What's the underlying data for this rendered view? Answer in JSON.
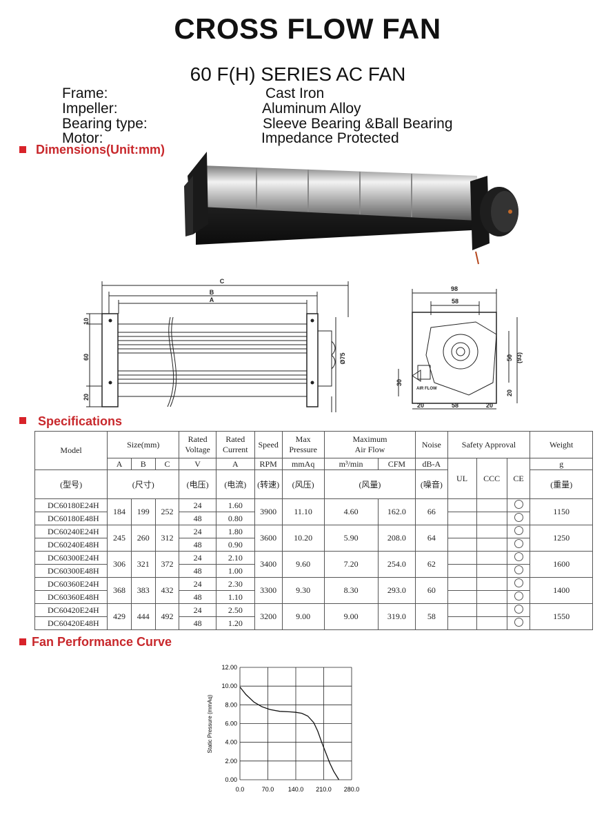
{
  "title": "CROSS FLOW FAN",
  "series": "60 F(H) SERIES AC FAN",
  "properties": [
    {
      "label": "Frame:",
      "value": "Cast Iron"
    },
    {
      "label": "Impeller:",
      "value": "Aluminum Alloy"
    },
    {
      "label": "Bearing type:",
      "value": "Sleeve Bearing &Ball Bearing"
    },
    {
      "label": "Motor:",
      "value": "Impedance Protected"
    }
  ],
  "sections": {
    "dimensions": "Dimensions(Unit:mm)",
    "specifications": "Specifications",
    "curve": "Fan Performance Curve"
  },
  "dimension_labels": {
    "c": "C",
    "b": "B",
    "a": "A",
    "h10": "10",
    "h60": "60",
    "h20": "20",
    "d75": "Ø75",
    "w98": "98",
    "w58": "58",
    "h50": "50",
    "h93": "(93)",
    "h30": "30",
    "h20b": "20",
    "b20l": "20",
    "b58": "58",
    "b20r": "20",
    "airflow": "AIR FLOW"
  },
  "table": {
    "headers": {
      "model": "Model",
      "size": "Size(mm)",
      "rated_voltage": [
        "Rated",
        "Voltage"
      ],
      "rated_current": [
        "Rated",
        "Current"
      ],
      "speed": "Speed",
      "max_pressure": [
        "Max",
        "Pressure"
      ],
      "max_airflow": [
        "Maximum",
        "Air Flow"
      ],
      "noise": "Noise",
      "safety": "Safety Approval",
      "weight": "Weight"
    },
    "units": {
      "a": "A",
      "b": "B",
      "c": "C",
      "v": "V",
      "amp": "A",
      "rpm": "RPM",
      "mmaq": "mmAq",
      "m3min": "m³/min",
      "cfm": "CFM",
      "dba": "dB-A",
      "g": "g"
    },
    "cn": {
      "model": "(型号)",
      "size": "(尺寸)",
      "voltage": "(电压)",
      "current": "(电流)",
      "speed": "(转速)",
      "pressure": "(风压)",
      "airflow": "(风量)",
      "noise": "(噪音)",
      "weight": "(重量)"
    },
    "approvals": [
      "UL",
      "CCC",
      "CE"
    ],
    "groups": [
      {
        "models": [
          "DC60180E24H",
          "DC60180E48H"
        ],
        "a": "184",
        "b": "199",
        "c": "252",
        "v": [
          "24",
          "48"
        ],
        "i": [
          "1.60",
          "0.80"
        ],
        "rpm": "3900",
        "mmaq": "11.10",
        "m3": "4.60",
        "cfm": "162.0",
        "db": "66",
        "g": "1150"
      },
      {
        "models": [
          "DC60240E24H",
          "DC60240E48H"
        ],
        "a": "245",
        "b": "260",
        "c": "312",
        "v": [
          "24",
          "48"
        ],
        "i": [
          "1.80",
          "0.90"
        ],
        "rpm": "3600",
        "mmaq": "10.20",
        "m3": "5.90",
        "cfm": "208.0",
        "db": "64",
        "g": "1250"
      },
      {
        "models": [
          "DC60300E24H",
          "DC60300E48H"
        ],
        "a": "306",
        "b": "321",
        "c": "372",
        "v": [
          "24",
          "48"
        ],
        "i": [
          "2.10",
          "1.00"
        ],
        "rpm": "3400",
        "mmaq": "9.60",
        "m3": "7.20",
        "cfm": "254.0",
        "db": "62",
        "g": "1600"
      },
      {
        "models": [
          "DC60360E24H",
          "DC60360E48H"
        ],
        "a": "368",
        "b": "383",
        "c": "432",
        "v": [
          "24",
          "48"
        ],
        "i": [
          "2.30",
          "1.10"
        ],
        "rpm": "3300",
        "mmaq": "9.30",
        "m3": "8.30",
        "cfm": "293.0",
        "db": "60",
        "g": "1400"
      },
      {
        "models": [
          "DC60420E24H",
          "DC60420E48H"
        ],
        "a": "429",
        "b": "444",
        "c": "492",
        "v": [
          "24",
          "48"
        ],
        "i": [
          "2.50",
          "1.20"
        ],
        "rpm": "3200",
        "mmaq": "9.00",
        "m3": "9.00",
        "cfm": "319.0",
        "db": "58",
        "g": "1550"
      }
    ]
  },
  "chart_data": {
    "type": "line",
    "title": "",
    "xlabel": "",
    "ylabel": "Static Pressure (mmAq)",
    "xlim": [
      0,
      280
    ],
    "ylim": [
      0,
      12
    ],
    "x_ticks": [
      "0.0",
      "70.0",
      "140.0",
      "210.0",
      "280.0"
    ],
    "y_ticks": [
      "0.00",
      "2.00",
      "4.00",
      "6.00",
      "8.00",
      "10.00",
      "12.00"
    ],
    "grid": true,
    "series": [
      {
        "x": [
          0,
          15,
          35,
          55,
          75,
          100,
          125,
          140,
          155,
          170,
          185,
          195,
          205,
          215,
          225,
          235,
          248
        ],
        "y": [
          9.9,
          9.1,
          8.3,
          7.8,
          7.5,
          7.3,
          7.25,
          7.2,
          7.1,
          6.8,
          6.1,
          5.2,
          4.0,
          2.9,
          1.8,
          0.9,
          0
        ]
      }
    ]
  }
}
